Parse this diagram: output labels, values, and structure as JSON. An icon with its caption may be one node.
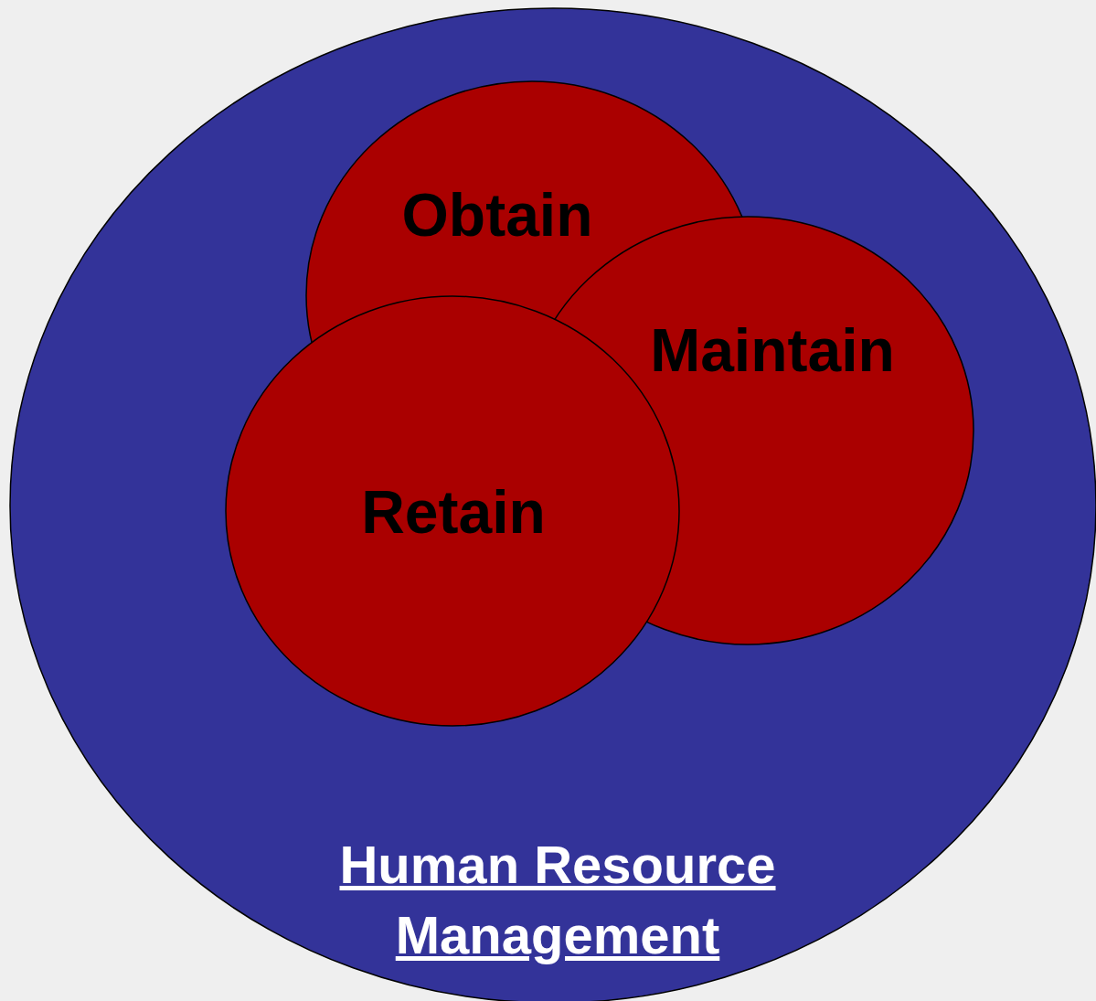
{
  "diagram": {
    "nodes": [
      {
        "text": [
          "Human Resource Management"
        ]
      },
      {
        "text": [
          "Obtain"
        ],
        "in": 0
      },
      {
        "text": [
          "Maintain"
        ],
        "in": 0
      },
      {
        "text": [
          "Retain"
        ],
        "in": 0
      }
    ]
  }
}
